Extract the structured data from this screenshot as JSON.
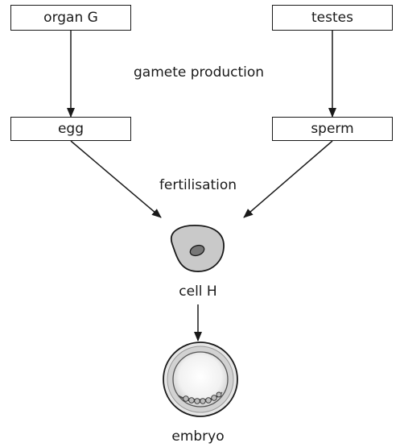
{
  "boxes": {
    "organ": "organ G",
    "testes": "testes",
    "egg": "egg",
    "sperm": "sperm"
  },
  "labels": {
    "gamete_production": "gamete production",
    "fertilisation": "fertilisation",
    "cell": "cell H",
    "embryo": "embryo"
  }
}
